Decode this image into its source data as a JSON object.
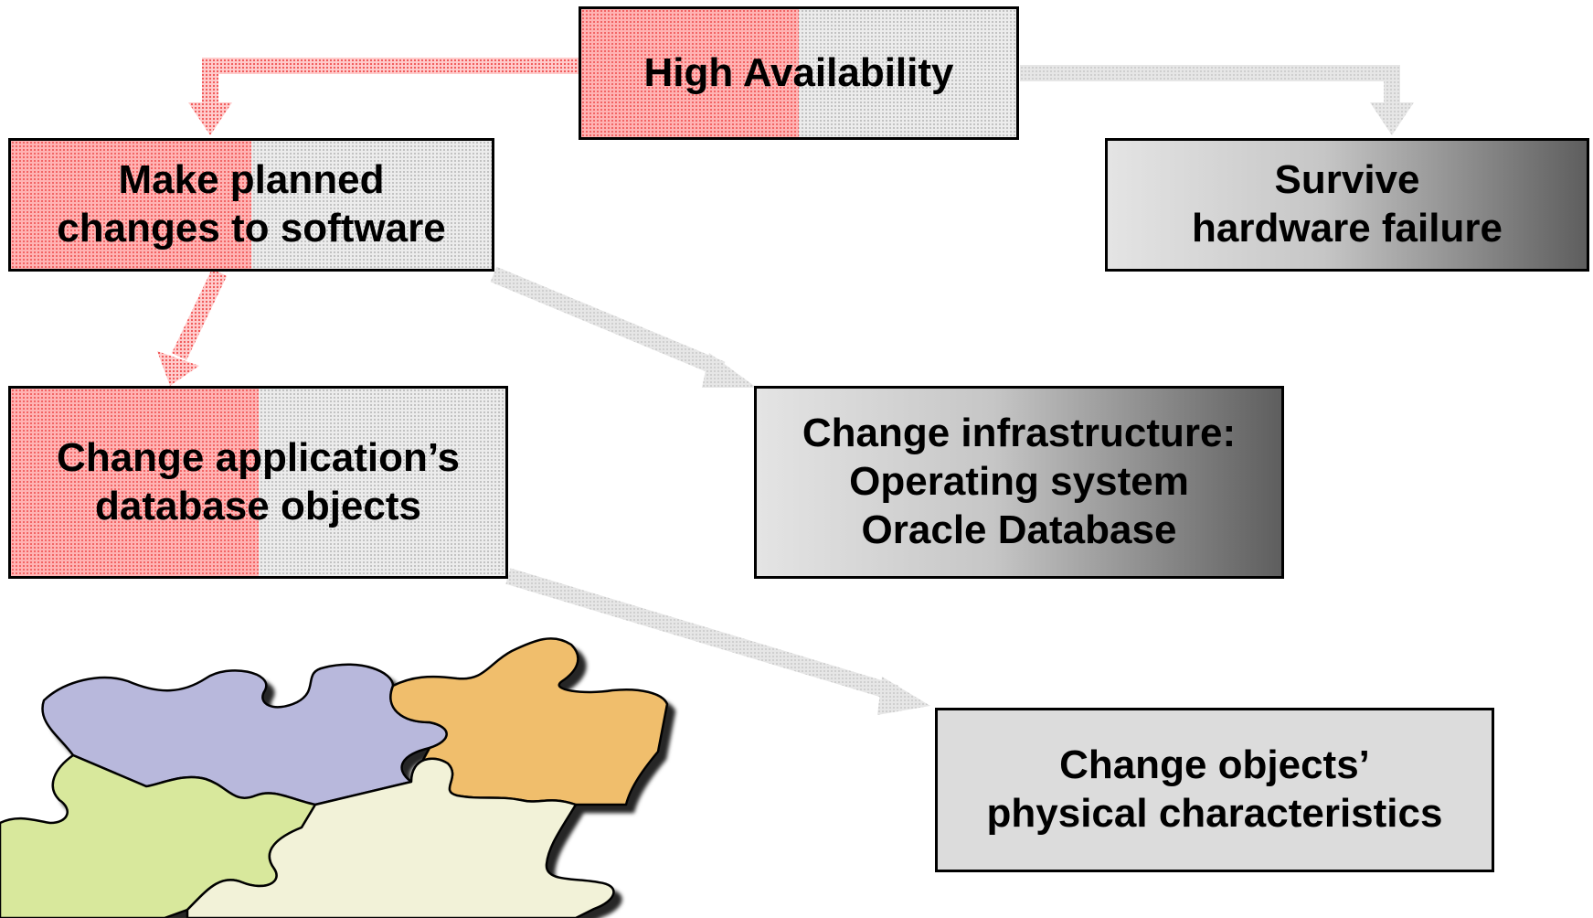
{
  "diagram": {
    "nodes": {
      "high_availability": "High Availability",
      "make_planned_changes": "Make planned\nchanges to software",
      "survive_hardware_failure": "Survive\nhardware failure",
      "change_application_objects": "Change application’s\ndatabase objects",
      "change_infrastructure": "Change infrastructure:\nOperating system\nOracle Database",
      "change_physical": "Change objects’\nphysical characteristics"
    },
    "edges": [
      {
        "from": "high_availability",
        "to": "make_planned_changes",
        "style": "red-dotted"
      },
      {
        "from": "high_availability",
        "to": "survive_hardware_failure",
        "style": "gray-dotted"
      },
      {
        "from": "make_planned_changes",
        "to": "change_application_objects",
        "style": "red-dotted"
      },
      {
        "from": "make_planned_changes",
        "to": "change_infrastructure",
        "style": "gray-dotted"
      },
      {
        "from": "change_application_objects",
        "to": "change_physical",
        "style": "gray-dotted"
      }
    ],
    "colors": {
      "highlight_red": "#ff9999",
      "neutral_gray": "#dcdcdc",
      "puzzle_purple": "#b8b8dc",
      "puzzle_orange": "#f0be6c",
      "puzzle_green": "#d8e89c",
      "puzzle_cream": "#f2f2d8"
    },
    "illustration": "jigsaw-puzzle-icon"
  }
}
